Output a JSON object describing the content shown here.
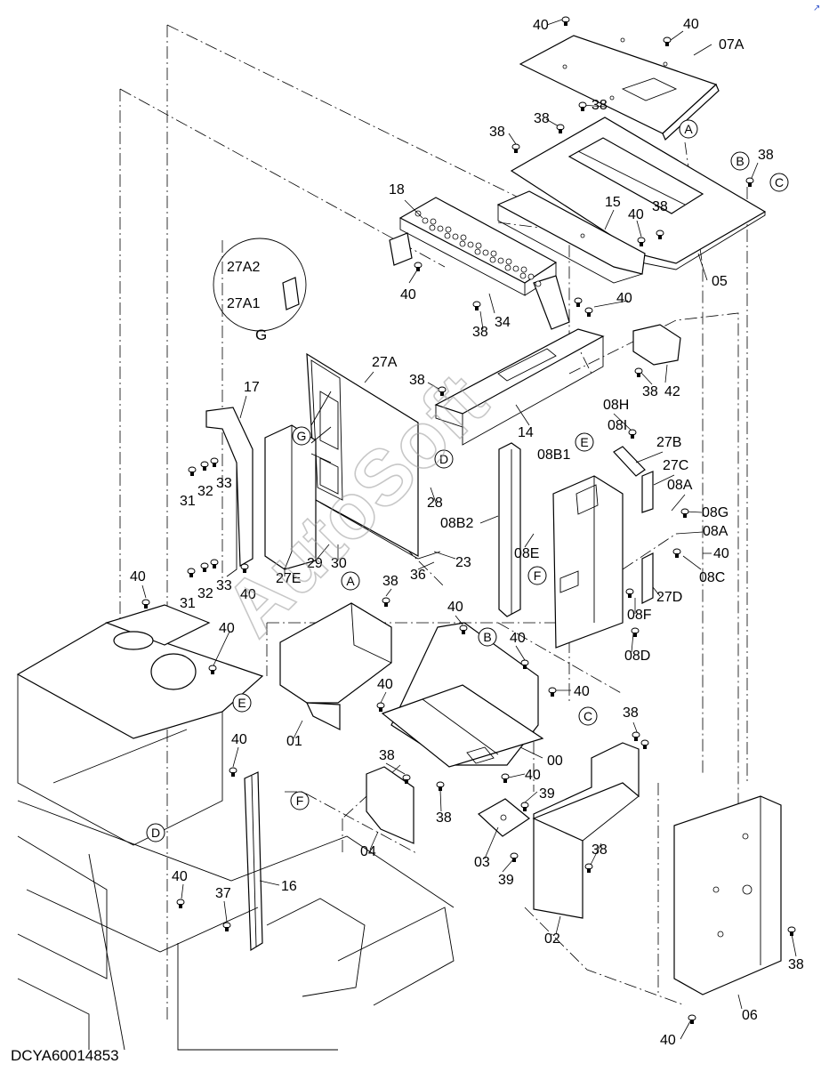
{
  "drawing_code": "DCYA60014853",
  "watermark": "AutoSoft",
  "corner_mark": "↗",
  "detail_view": {
    "label": "G",
    "callouts": [
      "27A2",
      "27A1"
    ]
  },
  "reference_letters": [
    "A",
    "B",
    "C",
    "D",
    "E",
    "F",
    "G"
  ],
  "callouts": {
    "c40": "40",
    "c38": "38",
    "c39": "39",
    "c37": "37",
    "c36": "36",
    "c34": "34",
    "c33": "33",
    "c32": "32",
    "c31": "31",
    "c30": "30",
    "c29": "29",
    "c28": "28",
    "c23": "23",
    "c18": "18",
    "c17": "17",
    "c16": "16",
    "c15": "15",
    "c14": "14",
    "c42": "42",
    "c07A": "07A",
    "c05": "05",
    "c27A": "27A",
    "c27B": "27B",
    "c27C": "27C",
    "c27D": "27D",
    "c27E": "27E",
    "c08H": "08H",
    "c08I": "08I",
    "c08B1": "08B1",
    "c08B2": "08B2",
    "c08A": "08A",
    "c08G": "08G",
    "c08C": "08C",
    "c08E": "08E",
    "c08F": "08F",
    "c08D": "08D",
    "c00": "00",
    "c01": "01",
    "c02": "02",
    "c03": "03",
    "c04": "04",
    "c06": "06"
  }
}
